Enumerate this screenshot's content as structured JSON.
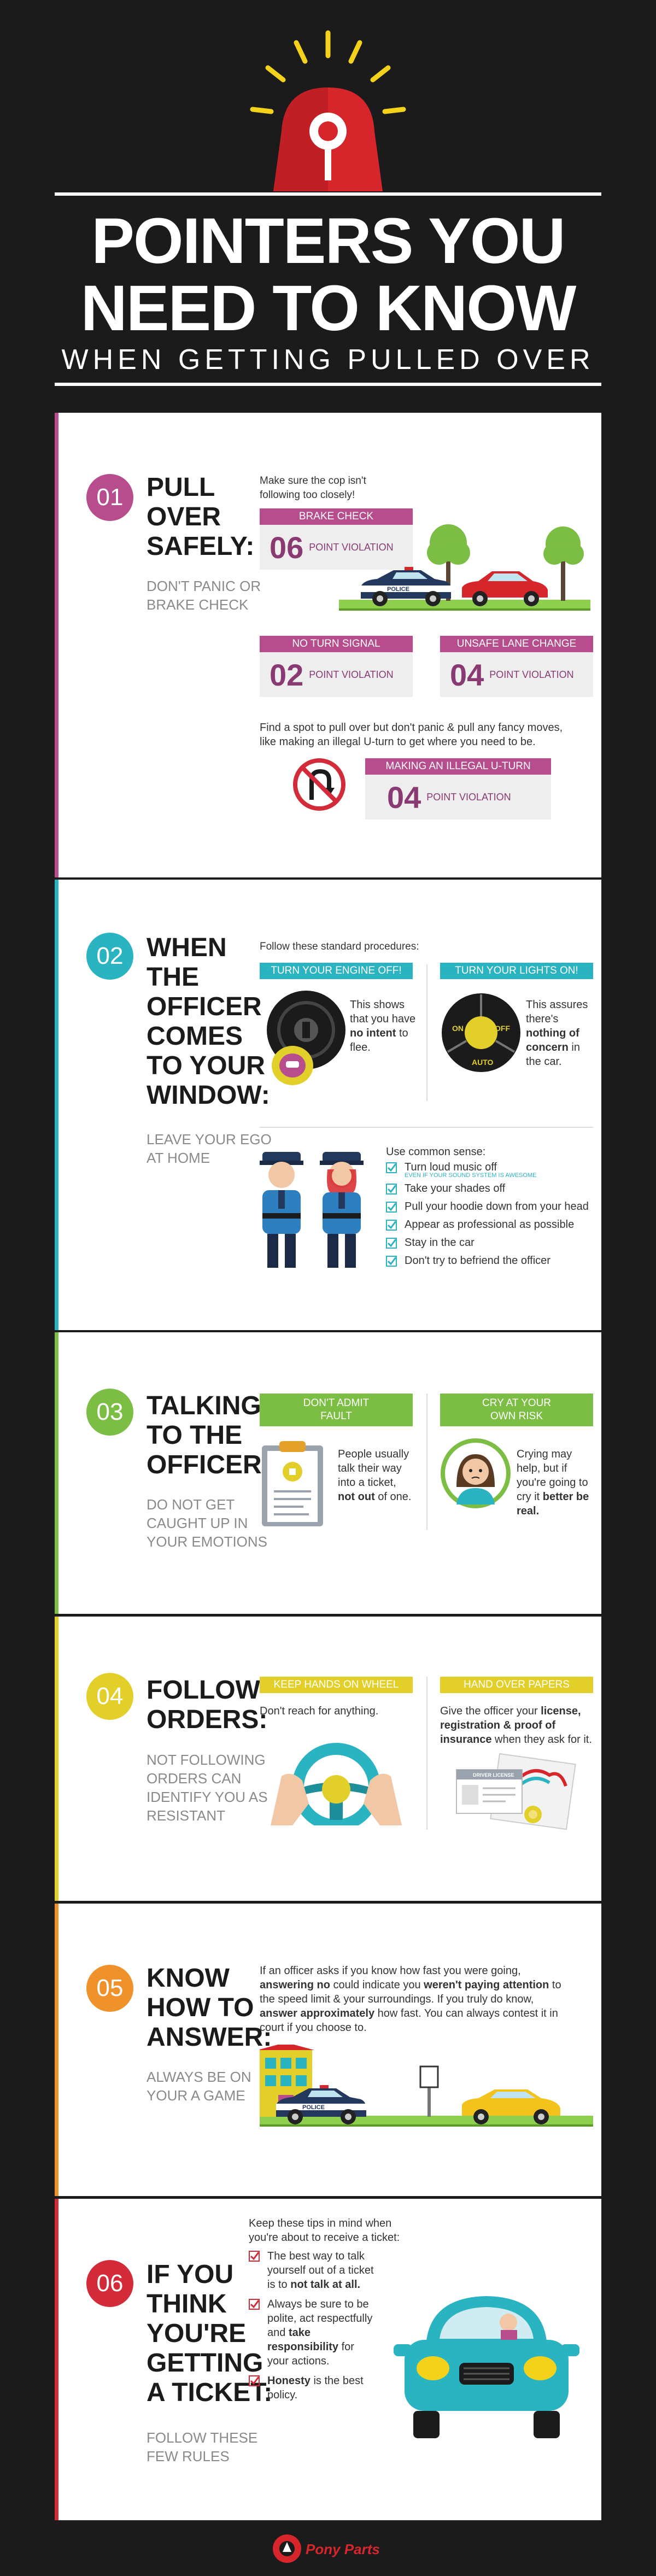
{
  "hero": {
    "title_line1": "POINTERS YOU",
    "title_line2": "NEED TO KNOW",
    "subtitle": "WHEN GETTING PULLED OVER"
  },
  "colors": {
    "background": "#1b1b1b",
    "siren_red": "#d6262c",
    "siren_yellow": "#f3d21b",
    "magenta": "#b84d8d",
    "teal": "#2ab3c0",
    "green": "#7cbd43",
    "yellow": "#e3cf2a",
    "orange": "#f0922b",
    "red": "#d32b3a",
    "violation_text": "#8a3a72"
  },
  "sections": [
    {
      "number": "01",
      "title_lines": [
        "PULL",
        "OVER",
        "SAFELY:"
      ],
      "subtitle": "DON'T PANIC OR BRAKE CHECK",
      "intro": "Make sure the cop isn't following too closely!",
      "brake_check": {
        "label": "BRAKE CHECK",
        "points": "06",
        "unit": "POINT VIOLATION"
      },
      "police_car_label": "POLICE",
      "no_turn_signal": {
        "label": "NO TURN SIGNAL",
        "points": "02",
        "unit": "POINT VIOLATION"
      },
      "unsafe_lane_change": {
        "label": "UNSAFE LANE CHANGE",
        "points": "04",
        "unit": "POINT VIOLATION"
      },
      "note": "Find a spot to pull over but don't panic & pull any fancy moves, like making an illegal U-turn to get where you need to be.",
      "illegal_u_turn": {
        "label": "MAKING AN ILLEGAL U-TURN",
        "points": "04",
        "unit": "POINT VIOLATION"
      }
    },
    {
      "number": "02",
      "title_lines": [
        "WHEN",
        "THE",
        "OFFICER",
        "COMES",
        "TO YOUR",
        "WINDOW:"
      ],
      "subtitle": "LEAVE YOUR EGO AT HOME",
      "intro": "Follow these standard procedures:",
      "engine": {
        "label": "TURN YOUR ENGINE OFF!",
        "text_a": "This shows that you have ",
        "bold": "no intent",
        "text_b": " to flee."
      },
      "lights": {
        "label": "TURN YOUR LIGHTS ON!",
        "text_a": "This assures there's ",
        "bold": "nothing of concern",
        "text_b": " in the car.",
        "dial_on": "ON",
        "dial_off": "OFF",
        "dial_auto": "AUTO"
      },
      "common_sense_title": "Use common sense:",
      "common_sense": [
        {
          "text": "Turn loud music off",
          "note": "EVEN IF YOUR SOUND SYSTEM IS AWESOME"
        },
        {
          "text": "Take your shades off"
        },
        {
          "text": "Pull your hoodie down from your head"
        },
        {
          "text": "Appear as professional as possible"
        },
        {
          "text": "Stay in the car"
        },
        {
          "text": "Don't try to befriend the officer"
        }
      ]
    },
    {
      "number": "03",
      "title_lines": [
        "TALKING",
        "TO THE",
        "OFFICER:"
      ],
      "subtitle": "DO NOT GET CAUGHT UP IN YOUR EMOTIONS",
      "fault": {
        "label_lines": [
          "DON'T ADMIT",
          "FAULT"
        ],
        "text_a": "People usually talk their way into a ticket, ",
        "bold": "not out",
        "text_b": " of one."
      },
      "risk": {
        "label_lines": [
          "CRY AT YOUR",
          "OWN RISK"
        ],
        "text_a": "Crying may help, but if you're going to cry it ",
        "bold": "better be real."
      }
    },
    {
      "number": "04",
      "title_lines": [
        "FOLLOW",
        "ORDERS:"
      ],
      "subtitle": "NOT FOLLOWING ORDERS CAN IDENTIFY YOU AS RESISTANT",
      "hands": {
        "label": "KEEP HANDS ON WHEEL",
        "text": "Don't reach for anything."
      },
      "papers": {
        "label": "HAND OVER PAPERS",
        "text_a": "Give the officer your ",
        "bold": "license, registration & proof of insurance",
        "text_b": " when they ask for it.",
        "card_label": "DRIVER LICENSE"
      }
    },
    {
      "number": "05",
      "title_lines": [
        "KNOW",
        "HOW TO",
        "ANSWER:"
      ],
      "subtitle": "ALWAYS BE ON YOUR A GAME",
      "p1": "If an officer asks if you know how fast you were going, ",
      "b1": "answering no",
      "p2": " could indicate you ",
      "b2": "weren't paying attention",
      "p3": " to the speed limit & your surroundings. If you truly do know, ",
      "b3": "answer approximately",
      "p4": " how fast. You can always contest it in court if you choose to.",
      "police_car_label": "POLICE"
    },
    {
      "number": "06",
      "title_lines": [
        "IF YOU",
        "THINK",
        "YOU'RE",
        "GETTING",
        "A TICKET:"
      ],
      "subtitle": "FOLLOW THESE FEW RULES",
      "intro": "Keep these tips in mind when you're about to receive a ticket:",
      "tip1_a": "The best way to talk yourself out of a ticket is to ",
      "tip1_b": "not talk at all.",
      "tip2_a": "Always be sure to be polite, act respectfully and ",
      "tip2_b": "take responsibility",
      "tip2_c": " for your actions.",
      "tip3_a": "Honesty",
      "tip3_b": " is the best policy."
    }
  ],
  "footer": {
    "brand": "Pony Parts"
  }
}
